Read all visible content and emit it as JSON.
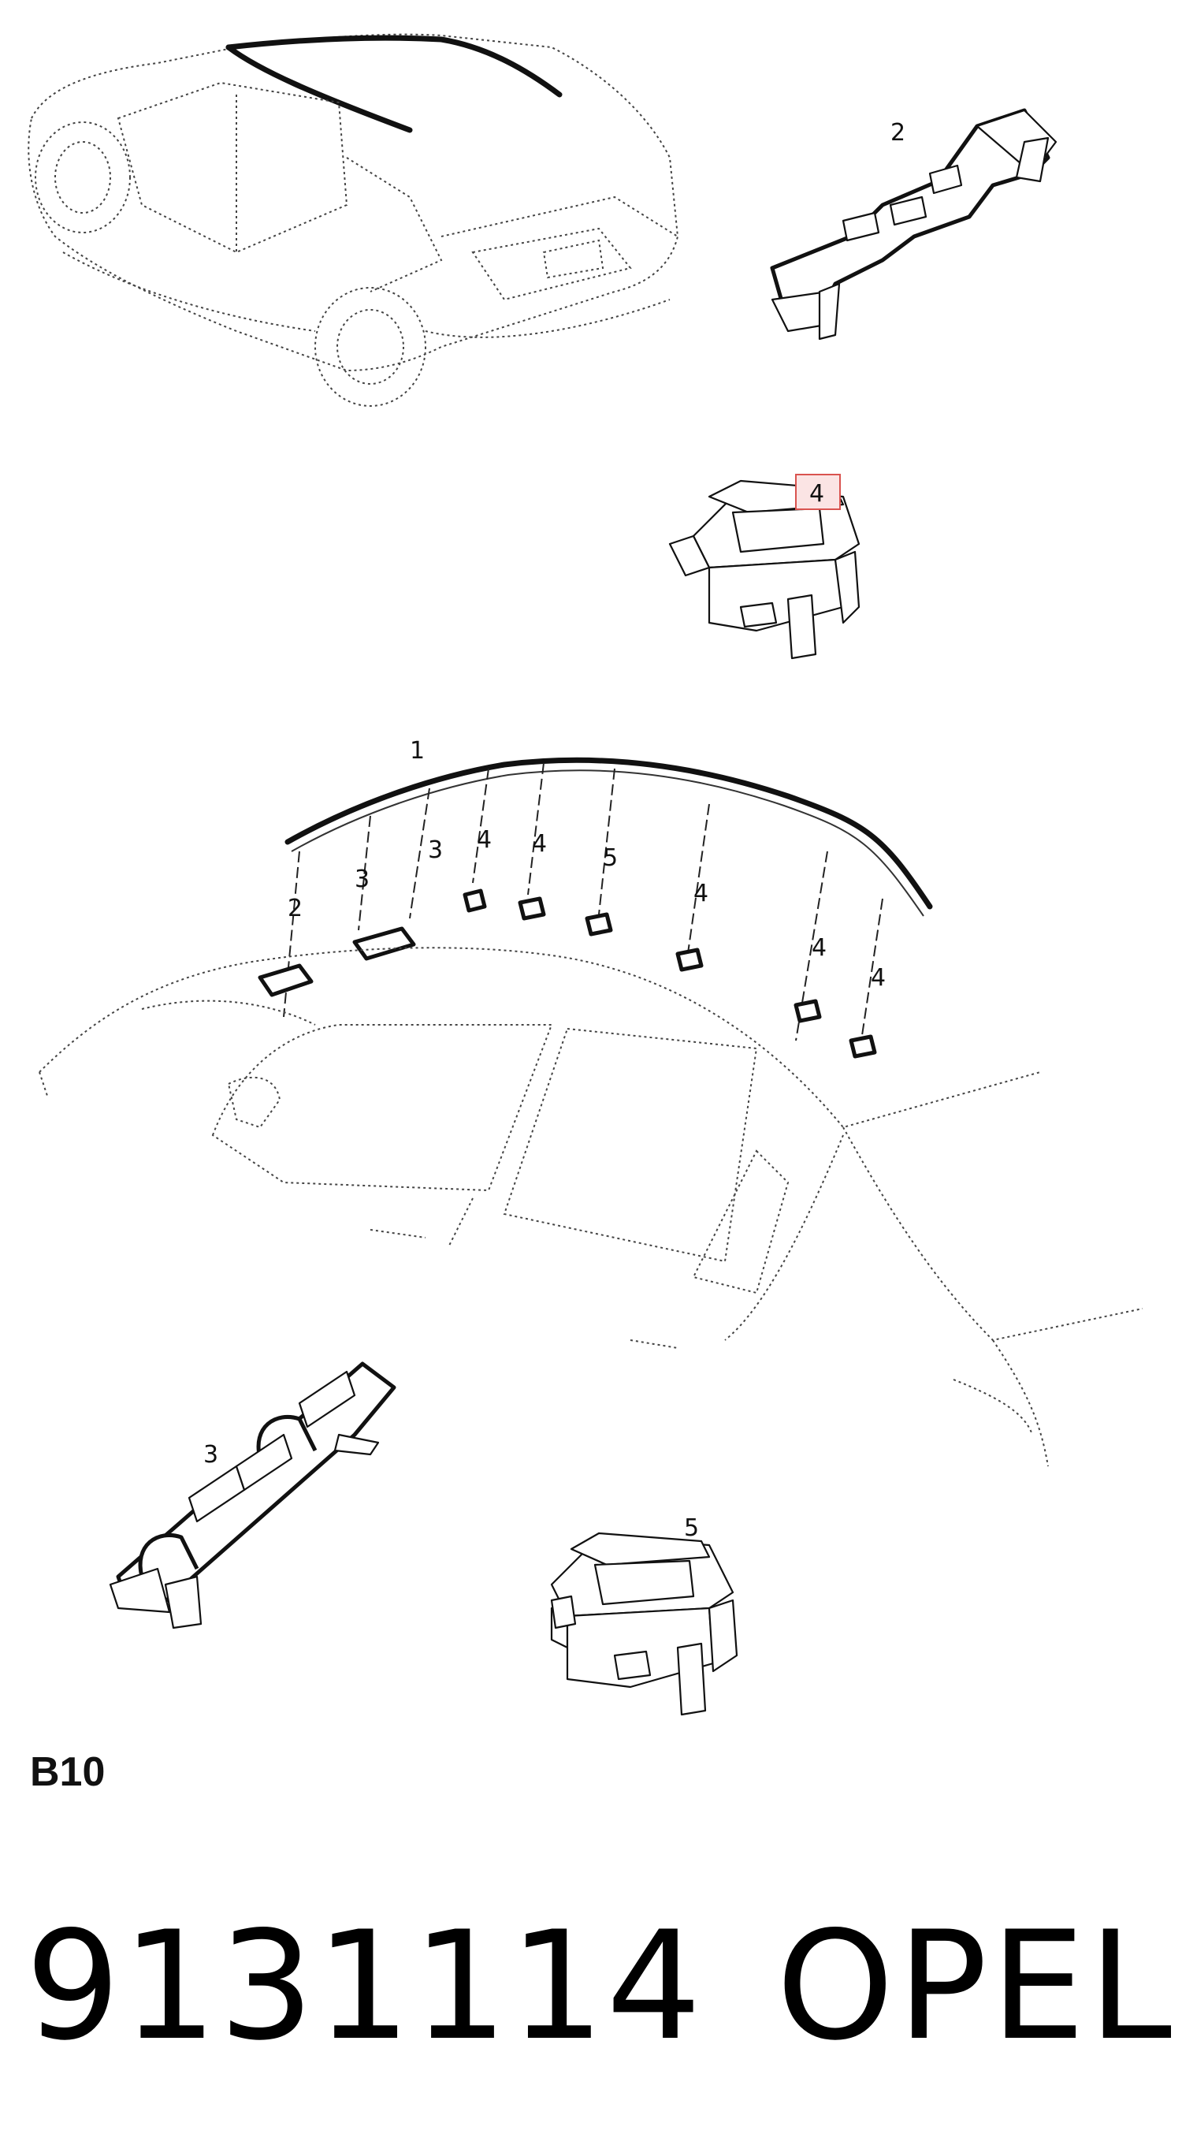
{
  "diagram": {
    "section_label": "B10",
    "part_number": "9131114",
    "brand": "OPEL",
    "highlight_color": "#d9534f",
    "callouts": {
      "top_clip": "2",
      "highlighted": "4",
      "moulding": "1",
      "left_2": "2",
      "left_3a": "3",
      "left_3b": "3",
      "clip_4a": "4",
      "clip_4b": "4",
      "clip_5": "5",
      "clip_4c": "4",
      "clip_4d": "4",
      "clip_4e": "4",
      "detail_3": "3",
      "detail_5": "5"
    }
  }
}
